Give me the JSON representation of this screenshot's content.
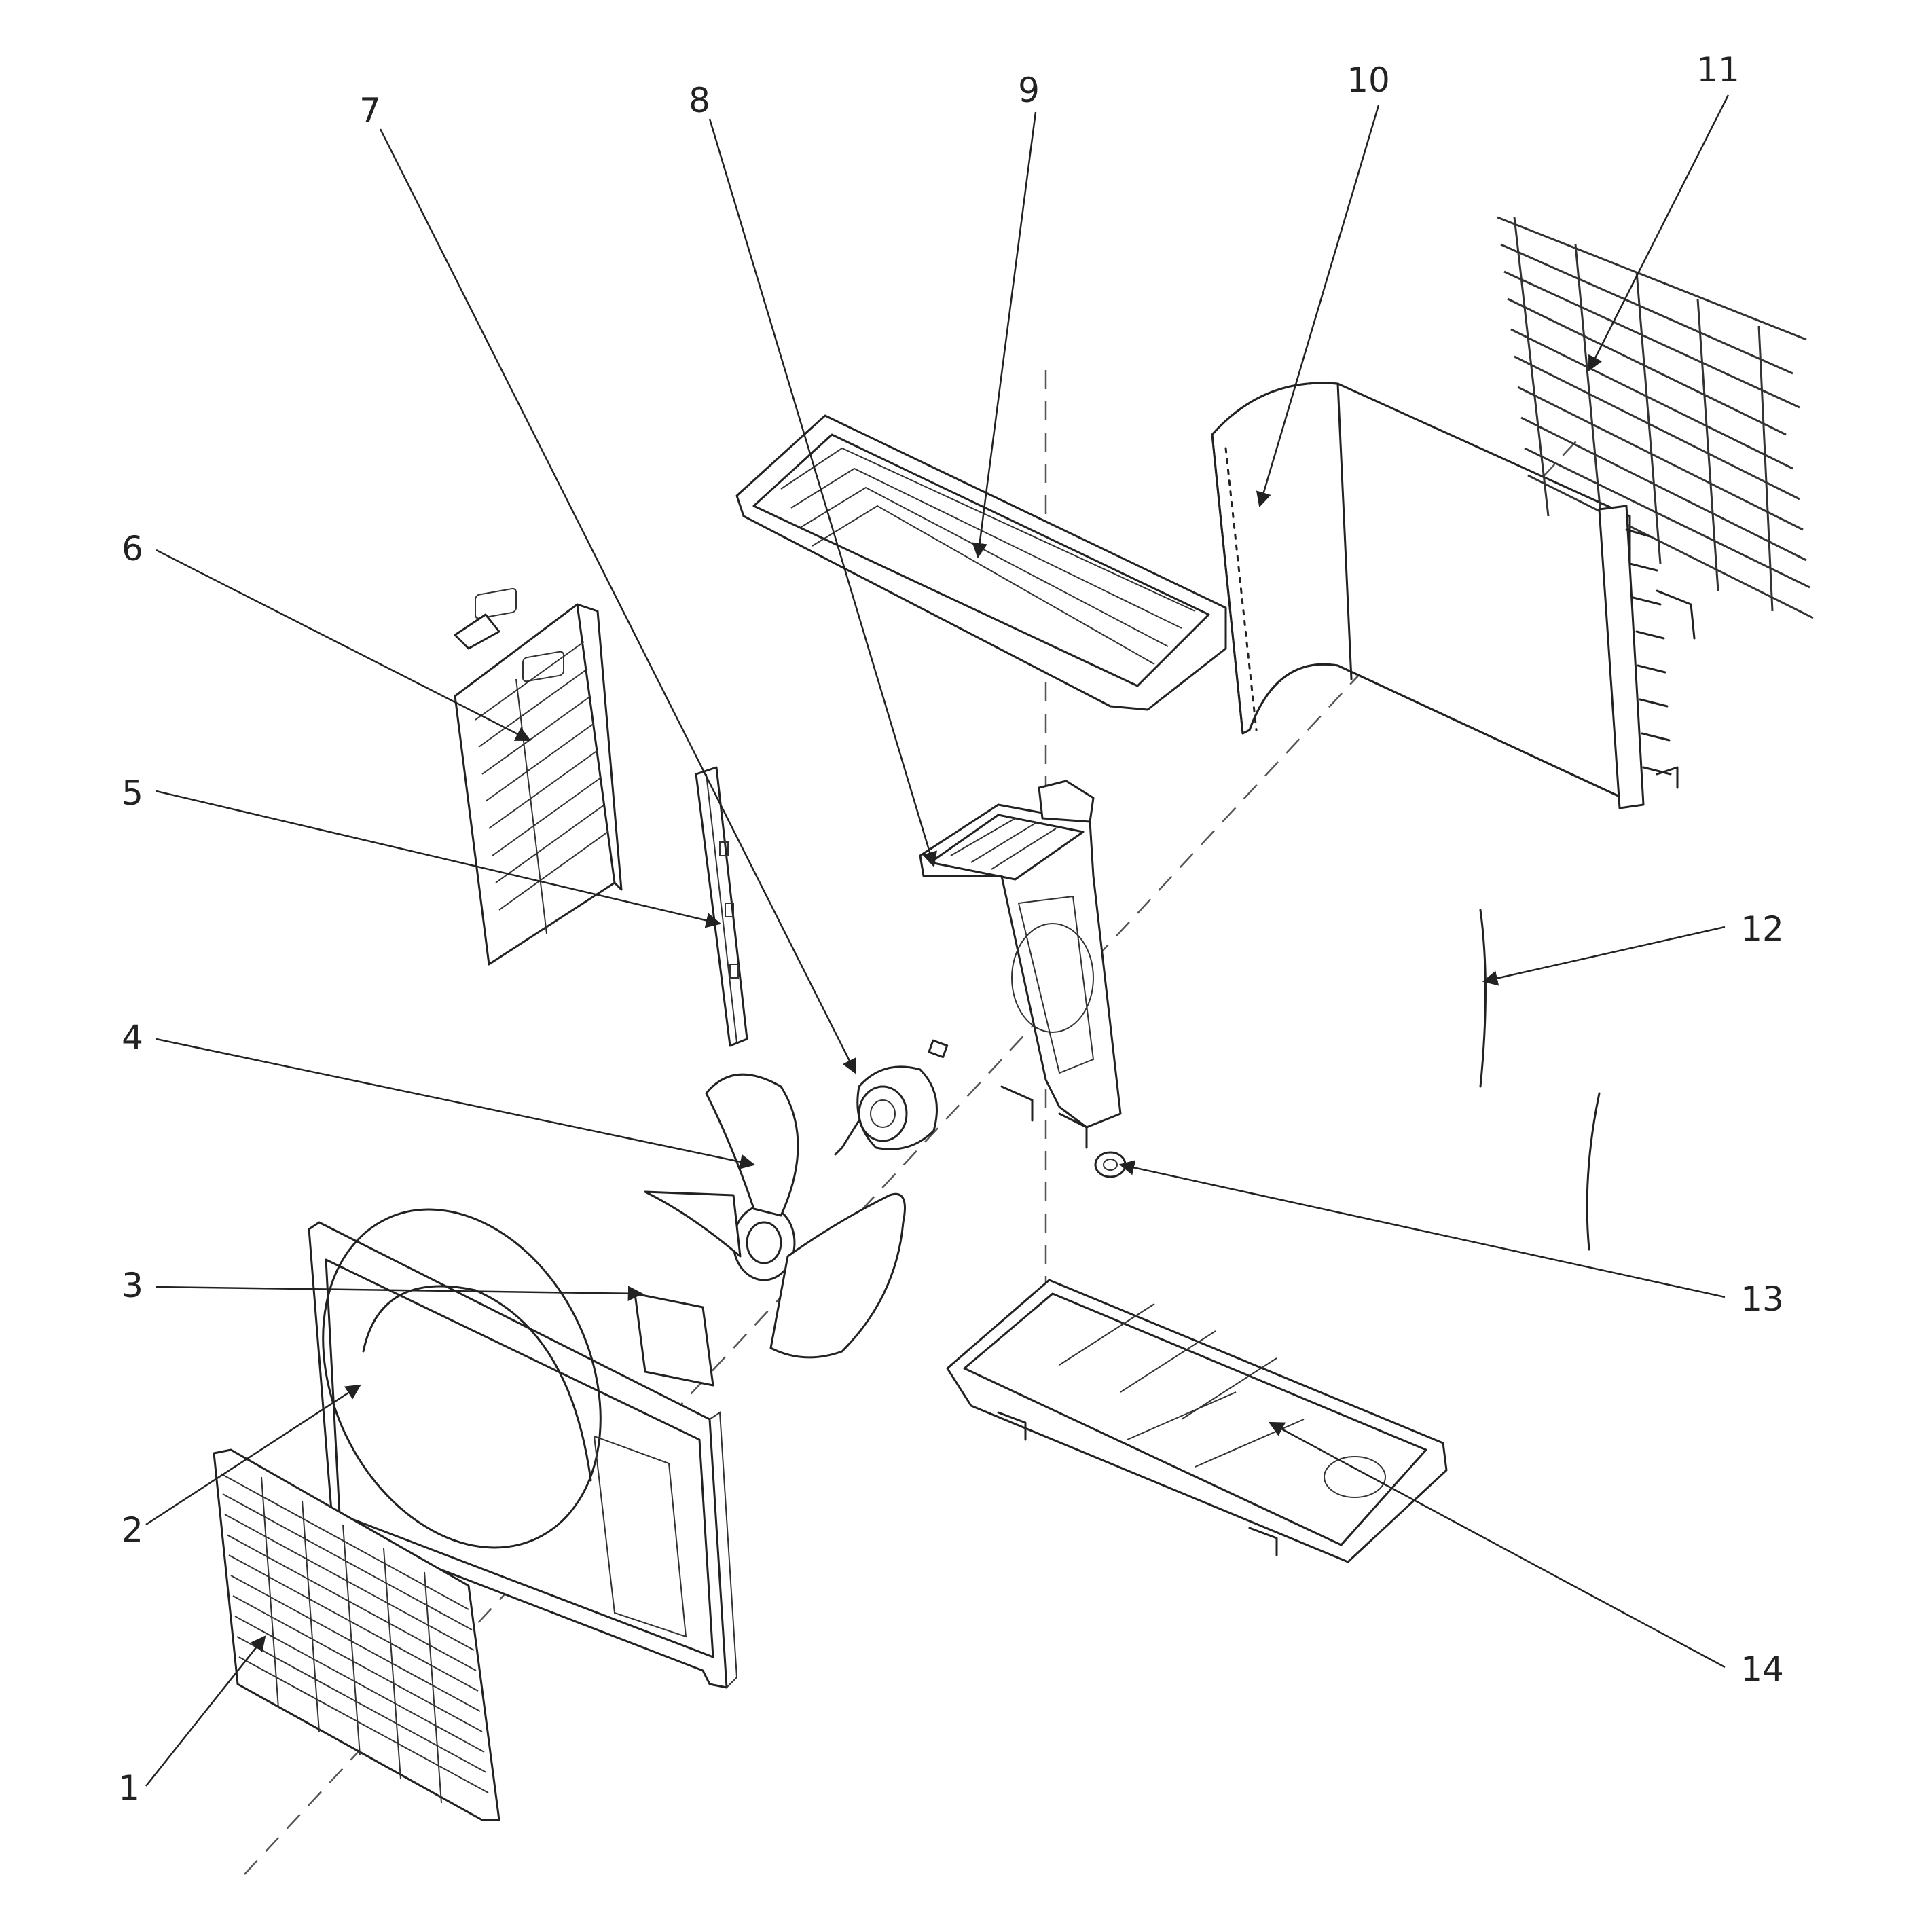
{
  "callouts": {
    "c1": "1",
    "c2": "2",
    "c3": "3",
    "c4": "4",
    "c5": "5",
    "c6": "6",
    "c7": "7",
    "c8": "8",
    "c9": "9",
    "c10": "10",
    "c11": "11",
    "c12": "12",
    "c13": "13",
    "c14": "14"
  },
  "colors": {
    "line": "#222222",
    "background": "#ffffff"
  }
}
